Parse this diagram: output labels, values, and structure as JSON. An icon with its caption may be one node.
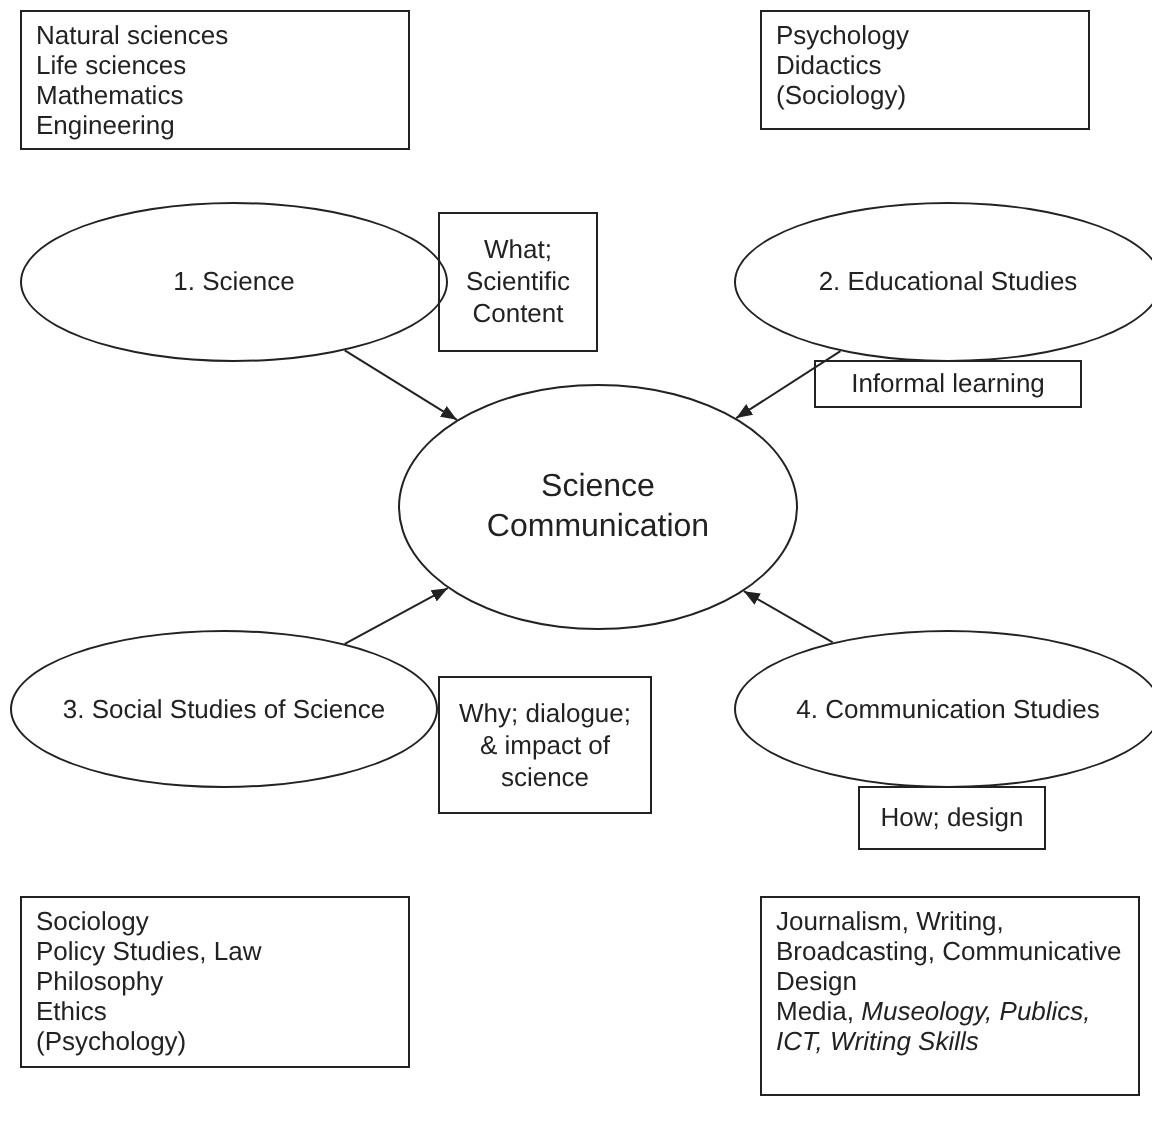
{
  "diagram": {
    "nodes": [
      {
        "text": [
          "Natural sciences",
          "Life sciences",
          "Mathematics",
          "Engineering"
        ]
      },
      {
        "text": [
          "Psychology",
          "Didactics",
          "(Sociology)"
        ]
      },
      {
        "text": [
          "1. Science"
        ]
      },
      {
        "text": [
          "What; Scientific Content"
        ]
      },
      {
        "text": [
          "2. Educational Studies"
        ]
      },
      {
        "text": [
          "Informal learning"
        ]
      },
      {
        "text": [
          "Science Communication"
        ]
      },
      {
        "text": [
          "3. Social Studies of Science"
        ]
      },
      {
        "text": [
          "Why; dialogue; & impact of science"
        ]
      },
      {
        "text": [
          "4. Communication Studies"
        ]
      },
      {
        "text": [
          "How; design"
        ]
      },
      {
        "text": [
          "Sociology",
          "Policy Studies, Law",
          "Philosophy",
          "Ethics",
          "(Psychology)"
        ]
      },
      {
        "text": [
          "Journalism, Writing, Broadcasting, Communicative Design",
          "Media, *Museology, Publics, ICT, Writing Skills*"
        ]
      }
    ],
    "edges": [
      {
        "from": 2,
        "to": 6,
        "arrow": "to"
      },
      {
        "from": 4,
        "to": 6,
        "arrow": "to"
      },
      {
        "from": 7,
        "to": 6,
        "arrow": "to"
      },
      {
        "from": 9,
        "to": 6,
        "arrow": "to"
      }
    ]
  }
}
